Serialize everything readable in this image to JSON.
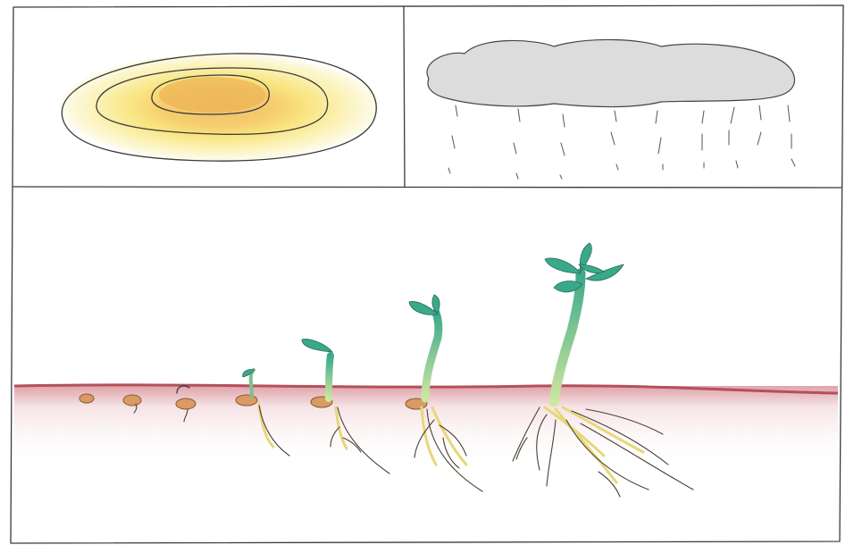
{
  "panels": [
    {
      "id": "sun",
      "depicts": "sun-icon"
    },
    {
      "id": "rain",
      "depicts": "rain-cloud-icon"
    },
    {
      "id": "growth",
      "depicts": "seed-germination-sequence"
    }
  ],
  "growth_stages": [
    0,
    1,
    2,
    3,
    4,
    5,
    6
  ],
  "colors": {
    "sun_outer": "#fbf6c8",
    "sun_mid": "#f8e06a",
    "sun_core": "#eeb454",
    "cloud": "#dcdcdc",
    "soil_line": "#b4505a",
    "soil_wash": "#f1e2e2",
    "seed": "#d99a63",
    "stem_green": "#7cc08a",
    "leaf_green": "#3aa98a",
    "root_yellow": "#e7d77a"
  }
}
